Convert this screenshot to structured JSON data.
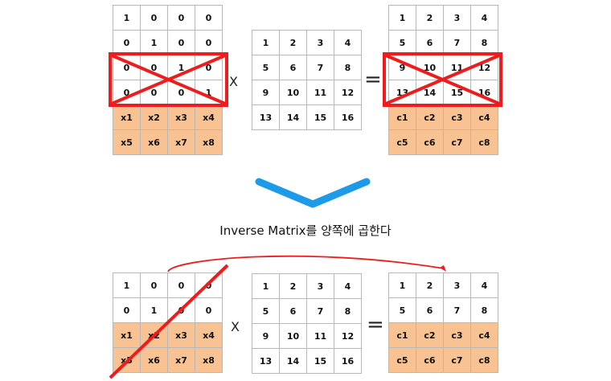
{
  "top_equation": {
    "left_matrix": [
      [
        "1",
        "0",
        "0",
        "0"
      ],
      [
        "0",
        "1",
        "0",
        "0"
      ],
      [
        "0",
        "0",
        "1",
        "0"
      ],
      [
        "0",
        "0",
        "0",
        "1"
      ],
      [
        "x1",
        "x2",
        "x3",
        "x4"
      ],
      [
        "x5",
        "x6",
        "x7",
        "x8"
      ]
    ],
    "operator": "X",
    "middle_matrix": [
      [
        "1",
        "2",
        "3",
        "4"
      ],
      [
        "5",
        "6",
        "7",
        "8"
      ],
      [
        "9",
        "10",
        "11",
        "12"
      ],
      [
        "13",
        "14",
        "15",
        "16"
      ]
    ],
    "equals": "=",
    "right_matrix": [
      [
        "1",
        "2",
        "3",
        "4"
      ],
      [
        "5",
        "6",
        "7",
        "8"
      ],
      [
        "9",
        "10",
        "11",
        "12"
      ],
      [
        "13",
        "14",
        "15",
        "16"
      ],
      [
        "c1",
        "c2",
        "c3",
        "c4"
      ],
      [
        "c5",
        "c6",
        "c7",
        "c8"
      ]
    ]
  },
  "caption": "Inverse Matrix를 양쪽에 곱한다",
  "bottom_equation": {
    "left_matrix": [
      [
        "1",
        "0",
        "0",
        "0"
      ],
      [
        "0",
        "1",
        "0",
        "0"
      ],
      [
        "x1",
        "x2",
        "x3",
        "x4"
      ],
      [
        "x5",
        "x6",
        "x7",
        "x8"
      ]
    ],
    "operator": "X",
    "middle_matrix": [
      [
        "1",
        "2",
        "3",
        "4"
      ],
      [
        "5",
        "6",
        "7",
        "8"
      ],
      [
        "9",
        "10",
        "11",
        "12"
      ],
      [
        "13",
        "14",
        "15",
        "16"
      ]
    ],
    "equals": "=",
    "right_matrix": [
      [
        "1",
        "2",
        "3",
        "4"
      ],
      [
        "5",
        "6",
        "7",
        "8"
      ],
      [
        "c1",
        "c2",
        "c3",
        "c4"
      ],
      [
        "c5",
        "c6",
        "c7",
        "c8"
      ]
    ]
  },
  "colors": {
    "highlight": "#f9c292",
    "cross": "#ee1c1c",
    "arrow": "#1e9be8",
    "grid": "#b8b8b8"
  }
}
